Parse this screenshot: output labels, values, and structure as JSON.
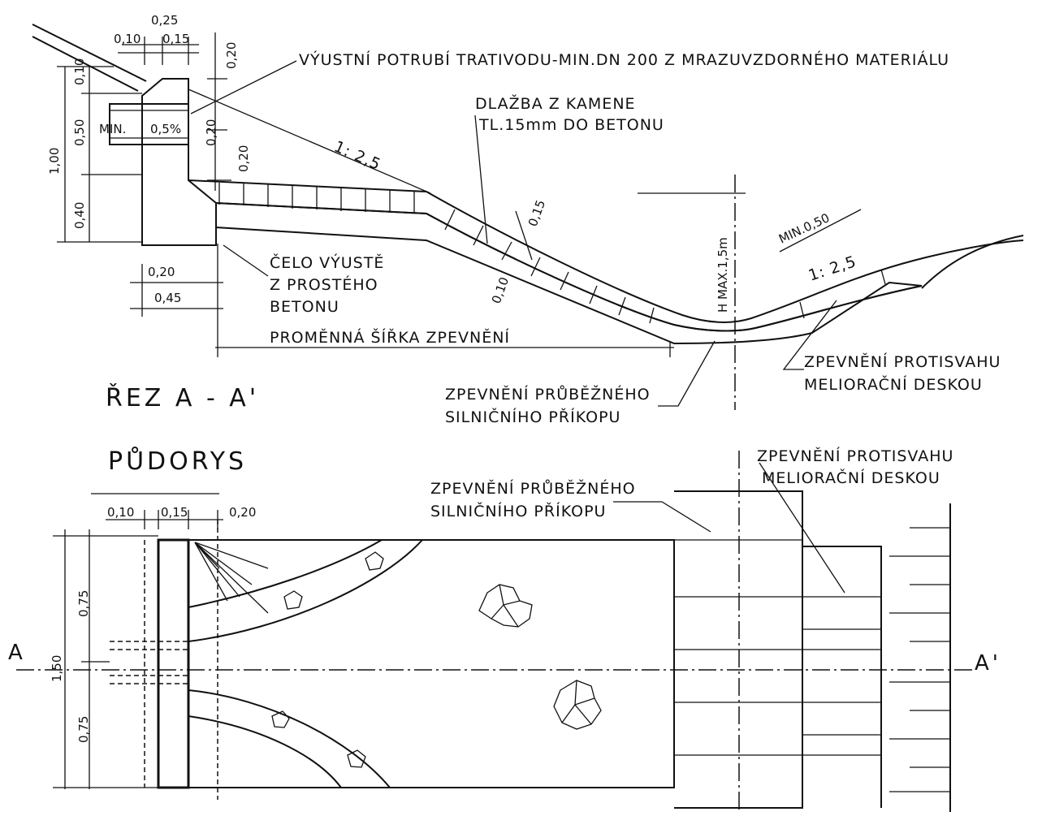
{
  "section": {
    "title": "ŘEZ  A - A'",
    "labels": {
      "outlet_pipe": "VÝUSTNÍ POTRUBÍ TRATIVODU-MIN.DN 200 Z MRAZUVZDORNÉHO MATERIÁLU",
      "paving_1": "DLAŽBA Z KAMENE",
      "paving_2": "TL.15mm DO BETONU",
      "headwall_1": "ČELO VÝUSTĚ",
      "headwall_2": "Z PROSTÉHO",
      "headwall_3": "BETONU",
      "variable_width": "PROMĚNNÁ ŠÍŘKA ZPEVNĚNÍ",
      "ditch_1": "ZPEVNĚNÍ PRŮBĚŽNÉHO",
      "ditch_2": "SILNIČNÍHO PŘÍKOPU",
      "counter_1": "ZPEVNĚNÍ PROTISVAHU",
      "counter_2": "MELIORAČNÍ DESKOU",
      "min_slope_1": "MIN.",
      "min_slope_2": "0,5%",
      "slope_left": "1: 2,5",
      "slope_right": "1: 2,5",
      "h_max": "H MAX.1,5m",
      "min050": "MIN.0,50"
    },
    "dims": {
      "d025": "0,25",
      "d010": "0,10",
      "d015": "0,15",
      "d020a": "0,20",
      "d020b": "0,20",
      "d020c": "0,20",
      "d010v": "0,10",
      "d050v": "0,50",
      "d100v": "1,00",
      "d040v": "0,40",
      "d020h": "0,20",
      "d045h": "0,45",
      "d015s": "0,15",
      "d010s": "0,10"
    }
  },
  "plan": {
    "title": "PŮDORYS",
    "labels": {
      "ditch_1": "ZPEVNĚNÍ PRŮBĚŽNÉHO",
      "ditch_2": "SILNIČNÍHO PŘÍKOPU",
      "counter_1": "ZPEVNĚNÍ PROTISVAHU",
      "counter_2": "MELIORAČNÍ DESKOU",
      "a_left": "A",
      "a_right": "A'"
    },
    "dims": {
      "d010": "0,10",
      "d015": "0,15",
      "d020": "0,20",
      "d075a": "0,75",
      "d150": "1,50",
      "d075b": "0,75"
    }
  }
}
